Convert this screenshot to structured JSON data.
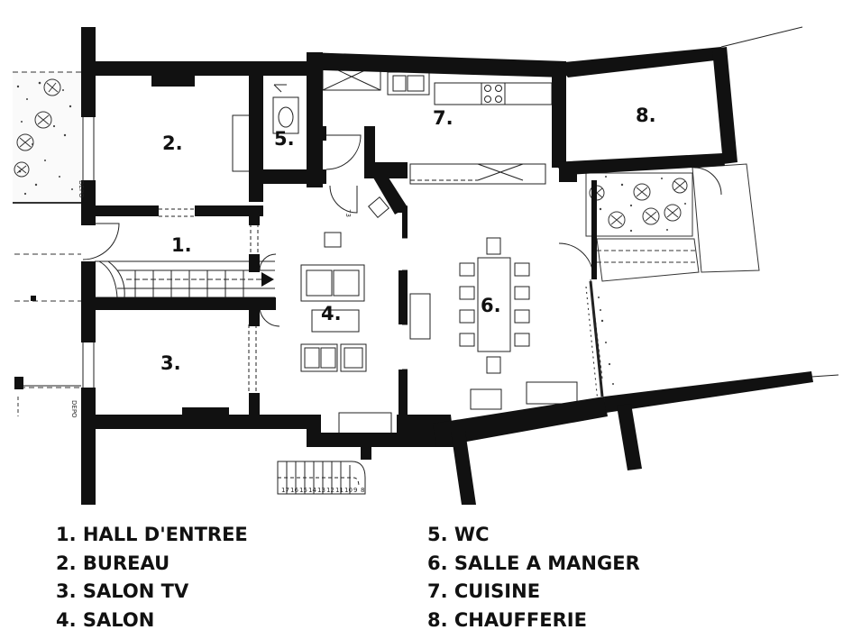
{
  "rooms": [
    {
      "id": 1,
      "number": "1.",
      "name": "1. HALL D'ENTREE"
    },
    {
      "id": 2,
      "number": "2.",
      "name": "2. BUREAU"
    },
    {
      "id": 3,
      "number": "3.",
      "name": "3. SALON TV"
    },
    {
      "id": 4,
      "number": "4.",
      "name": "4. SALON"
    },
    {
      "id": 5,
      "number": "5.",
      "name": "5. WC"
    },
    {
      "id": 6,
      "number": "6.",
      "name": "6. SALLE A MANGER"
    },
    {
      "id": 7,
      "number": "7.",
      "name": "7. CUISINE"
    },
    {
      "id": 8,
      "number": "8.",
      "name": "8. CHAUFFERIE"
    }
  ],
  "annotations": {
    "depot_top": "DEPO",
    "depot_bottom": "DEPO",
    "door_mark": "73",
    "stair_steps": [
      "17",
      "16",
      "15",
      "14",
      "13",
      "12",
      "11",
      "10",
      "9",
      "8"
    ]
  },
  "colors": {
    "wall": "#111111",
    "line": "#222222",
    "background": "#ffffff"
  }
}
